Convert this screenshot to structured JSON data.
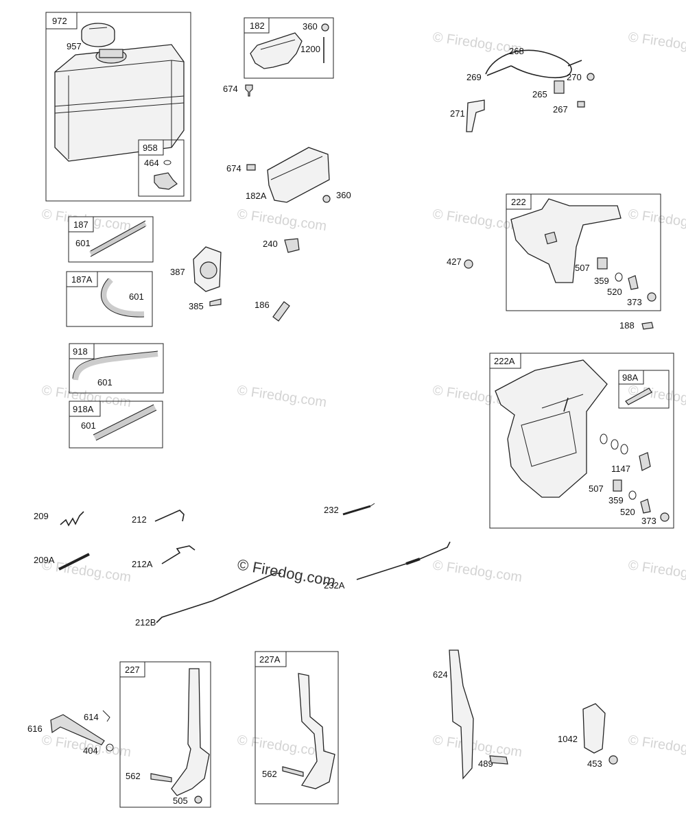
{
  "watermarks": {
    "small": "© Firedog.com",
    "center": "© Firedog.com"
  },
  "groups": {
    "g972": "972",
    "g958": "958",
    "g182": "182",
    "g187": "187",
    "g187A": "187A",
    "g918": "918",
    "g918A": "918A",
    "g222": "222",
    "g222A": "222A",
    "g98A": "98A",
    "g227": "227",
    "g227A": "227A"
  },
  "parts": {
    "p957": "957",
    "p464": "464",
    "p360a": "360",
    "p1200": "1200",
    "p674a": "674",
    "p674b": "674",
    "p182A": "182A",
    "p360b": "360",
    "p268": "268",
    "p269": "269",
    "p270": "270",
    "p265": "265",
    "p267": "267",
    "p271": "271",
    "p601a": "601",
    "p601b": "601",
    "p601c": "601",
    "p601d": "601",
    "p387": "387",
    "p385": "385",
    "p240": "240",
    "p186": "186",
    "p427": "427",
    "p507a": "507",
    "p359a": "359",
    "p520a": "520",
    "p373a": "373",
    "p188": "188",
    "p1147": "1147",
    "p507b": "507",
    "p359b": "359",
    "p520b": "520",
    "p373b": "373",
    "p209": "209",
    "p209A": "209A",
    "p212": "212",
    "p212A": "212A",
    "p212B": "212B",
    "p232": "232",
    "p232A": "232A",
    "p616": "616",
    "p614": "614",
    "p404": "404",
    "p562a": "562",
    "p505": "505",
    "p562b": "562",
    "p624": "624",
    "p489": "489",
    "p1042": "1042",
    "p453": "453"
  }
}
